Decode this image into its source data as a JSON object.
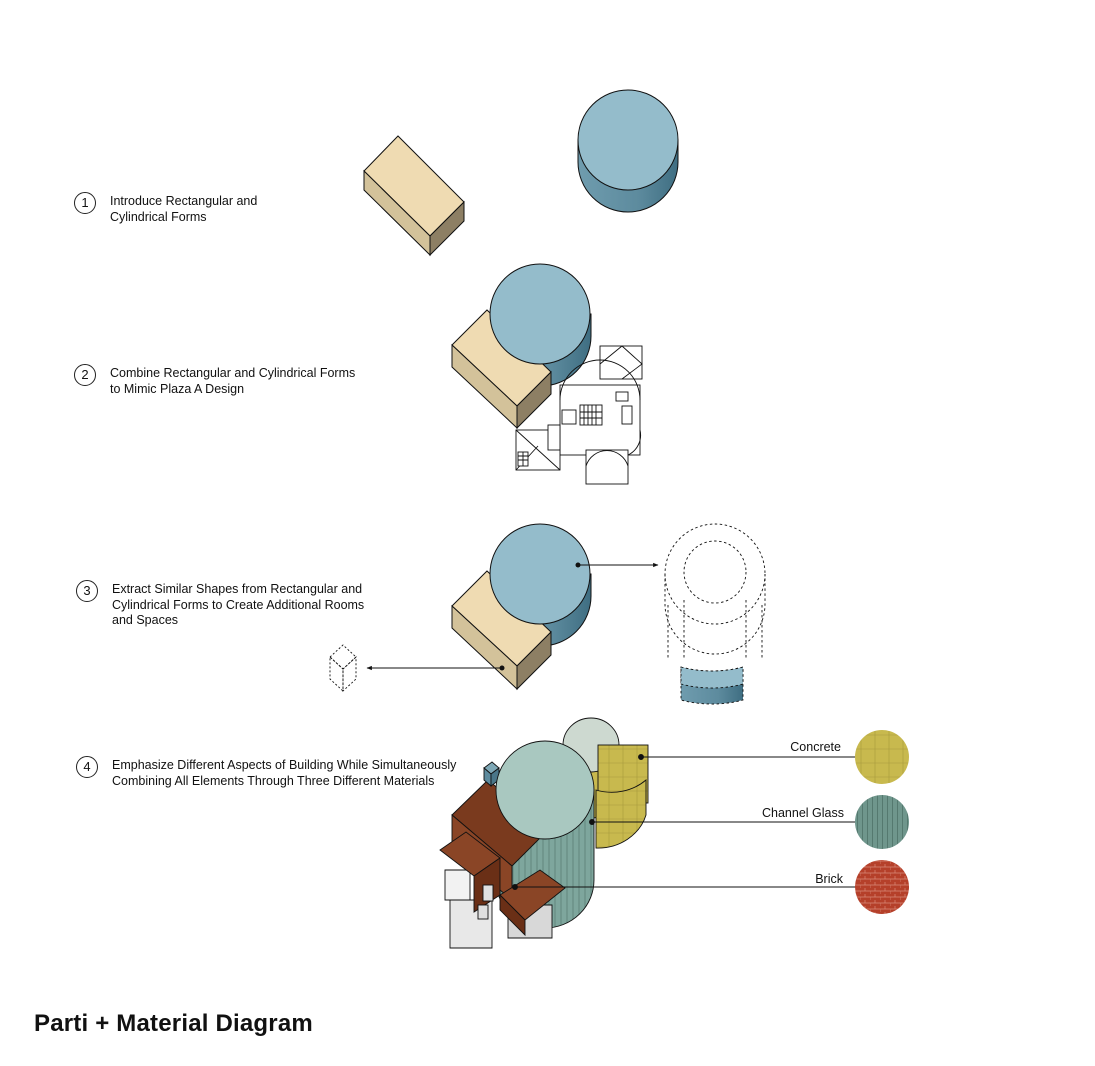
{
  "title": "Parti + Material Diagram",
  "steps": [
    {
      "num": "1",
      "text": "Introduce Rectangular and\nCylindrical Forms"
    },
    {
      "num": "2",
      "text": "Combine Rectangular and Cylindrical Forms\nto Mimic Plaza A Design"
    },
    {
      "num": "3",
      "text": "Extract Similar Shapes from Rectangular and\nCylindrical Forms to Create Additional Rooms\nand Spaces"
    },
    {
      "num": "4",
      "text": "Emphasize Different Aspects of Building While Simultaneously\nCombining All Elements Through Three Different Materials"
    }
  ],
  "materials": [
    {
      "name": "Concrete",
      "color": "#c8b94e"
    },
    {
      "name": "Channel Glass",
      "color": "#6f968c"
    },
    {
      "name": "Brick",
      "color": "#b5402a"
    }
  ],
  "colors": {
    "box_top": "#efdbb2",
    "box_left": "#d3c29a",
    "box_right": "#8d7f64",
    "cyl_top": "#94bccb",
    "cyl_side": "#6f9cae",
    "brick_dark": "#7a3a1e"
  }
}
